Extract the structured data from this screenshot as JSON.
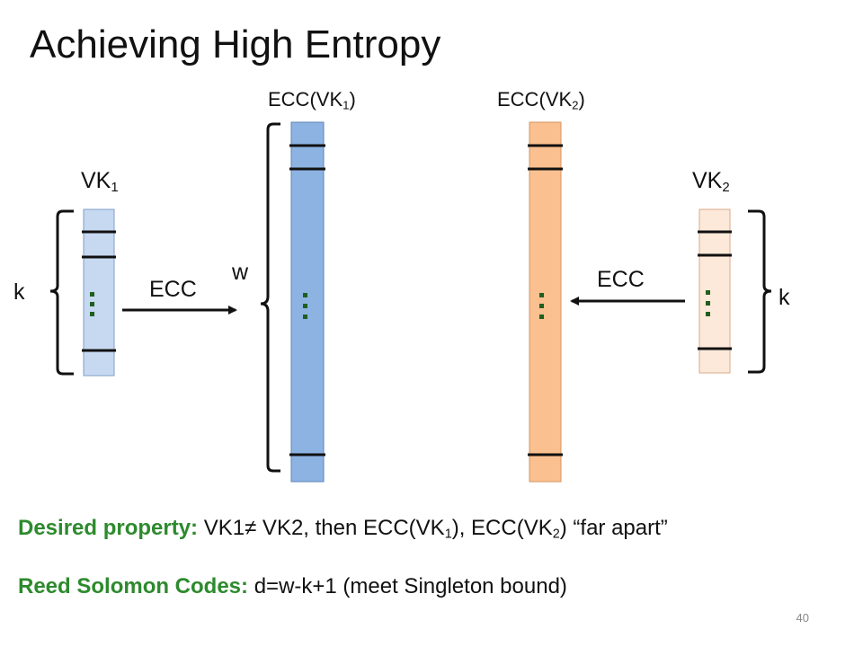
{
  "title": "Achieving High Entropy",
  "labels": {
    "ecc_vk1_prefix": "ECC(VK",
    "ecc_vk1_sub": "1",
    "ecc_vk1_suffix": ")",
    "ecc_vk2_prefix": "ECC(VK",
    "ecc_vk2_sub": "2",
    "ecc_vk2_suffix": ")",
    "vk1_main": "VK",
    "vk1_sub": "1",
    "vk2_main": "VK",
    "vk2_sub": "2",
    "k_left": "k",
    "k_right": "k",
    "w": "w",
    "ecc_left": "ECC",
    "ecc_right": "ECC"
  },
  "desired": {
    "label": "Desired property:",
    "text_1": " VK1≠ VK2, then ECC(VK",
    "sub_1": "1",
    "text_2": "), ECC(VK",
    "sub_2": "2",
    "text_3": ") “far apart”"
  },
  "reed": {
    "label": "Reed Solomon Codes:",
    "text": " d=w-k+1 (meet Singleton bound)"
  },
  "page_number": "40",
  "colors": {
    "vk1_fill": "#c6d9f1",
    "ecc_vk1_fill": "#8db3e2",
    "ecc_vk2_fill": "#fac090",
    "vk2_fill": "#fde9d9",
    "dots": "#1f5f1f",
    "green_label": "#2d8a2d"
  }
}
